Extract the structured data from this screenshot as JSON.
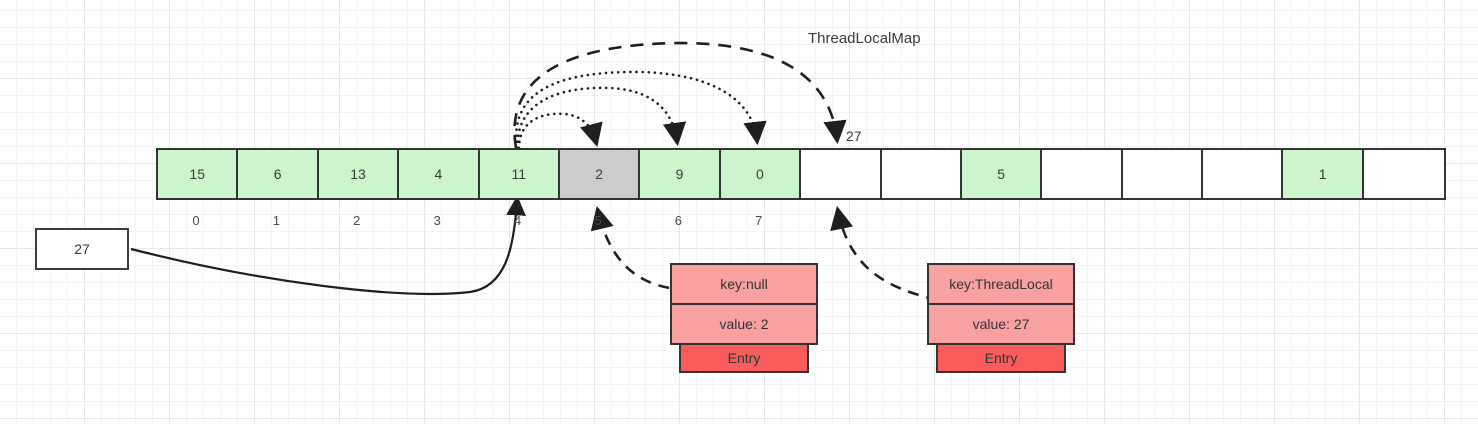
{
  "diagram": {
    "title": "ThreadLocalMap",
    "pointer_label": "27",
    "source_box": {
      "value": "27"
    }
  },
  "array": {
    "cells": [
      {
        "value": "15",
        "state": "green"
      },
      {
        "value": "6",
        "state": "green"
      },
      {
        "value": "13",
        "state": "green"
      },
      {
        "value": "4",
        "state": "green"
      },
      {
        "value": "11",
        "state": "green"
      },
      {
        "value": "2",
        "state": "gray"
      },
      {
        "value": "9",
        "state": "green"
      },
      {
        "value": "0",
        "state": "green"
      },
      {
        "value": "",
        "state": "empty"
      },
      {
        "value": "",
        "state": "empty"
      },
      {
        "value": "5",
        "state": "green"
      },
      {
        "value": "",
        "state": "empty"
      },
      {
        "value": "",
        "state": "empty"
      },
      {
        "value": "",
        "state": "empty"
      },
      {
        "value": "1",
        "state": "green"
      },
      {
        "value": "",
        "state": "empty"
      }
    ],
    "indices": [
      "0",
      "1",
      "2",
      "3",
      "4",
      "5",
      "6",
      "7"
    ]
  },
  "entries": [
    {
      "key_label": "key:null",
      "value_label": "value: 2",
      "tag_label": "Entry"
    },
    {
      "key_label": "key:ThreadLocal",
      "value_label": "value: 27",
      "tag_label": "Entry"
    }
  ],
  "colors": {
    "cell_green": "#ccf5cc",
    "cell_gray": "#cccccc",
    "cell_empty": "#ffffff",
    "entry_kv": "#f9a0a0",
    "entry_tag": "#f85c5c",
    "stroke": "#333333"
  }
}
